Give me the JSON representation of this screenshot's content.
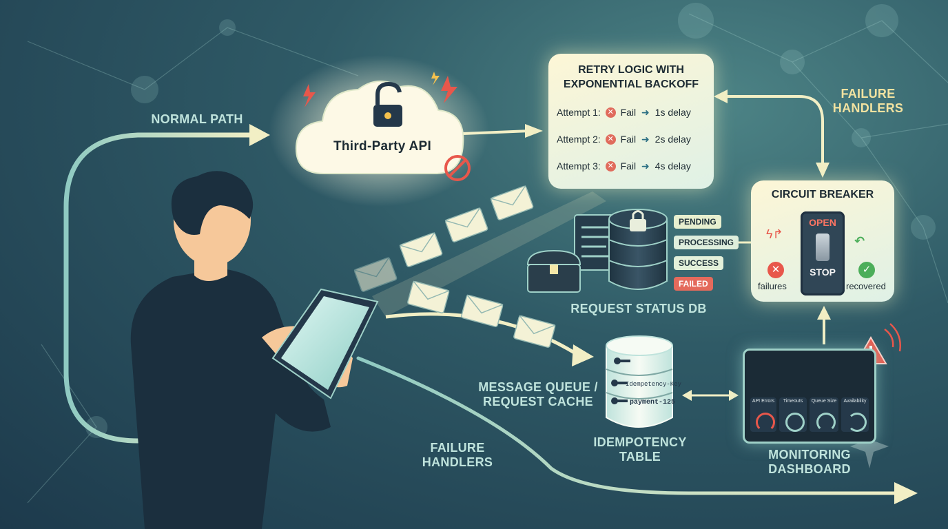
{
  "labels": {
    "normal_path": "NORMAL PATH",
    "third_party_api": "Third-Party API",
    "failure_handlers_top": "FAILURE\nHANDLERS",
    "failure_handlers_bottom": "FAILURE\nHANDLERS",
    "request_status_db": "REQUEST STATUS DB",
    "message_queue": "MESSAGE QUEUE /\nREQUEST CACHE",
    "idempotency_table": "IDEMPOTENCY\nTABLE",
    "monitoring_dashboard": "MONITORING\nDASHBOARD"
  },
  "retry": {
    "title": "RETRY LOGIC WITH\nEXPONENTIAL BACKOFF",
    "attempts": [
      {
        "label": "Attempt 1:",
        "result": "Fail",
        "delay": "1s delay"
      },
      {
        "label": "Attempt 2:",
        "result": "Fail",
        "delay": "2s delay"
      },
      {
        "label": "Attempt 3:",
        "result": "Fail",
        "delay": "4s delay"
      }
    ]
  },
  "circuit_breaker": {
    "title": "CIRCUIT BREAKER",
    "state_top": "OPEN",
    "state_bottom": "STOP",
    "failures": "failures",
    "recovered": "recovered"
  },
  "statuses": [
    {
      "label": "PENDING",
      "bg": "#e8efcf",
      "fg": "#22343d"
    },
    {
      "label": "PROCESSING",
      "bg": "#dfeedd",
      "fg": "#22343d"
    },
    {
      "label": "SUCCESS",
      "bg": "#e3f0da",
      "fg": "#22343d"
    },
    {
      "label": "FAILED",
      "bg": "#e46a5c",
      "fg": "#ffffff"
    }
  ],
  "idempotency_keys": [
    "Idempetency-Key",
    "payment-125"
  ],
  "dashboard": {
    "gauges": [
      "API Errors",
      "Timeouts",
      "Queue Size",
      "Availability"
    ]
  },
  "colors": {
    "path_arrow": "#f3f0c4",
    "failed": "#e46a5c",
    "success": "#4cae5a",
    "alert": "#e8574b"
  }
}
